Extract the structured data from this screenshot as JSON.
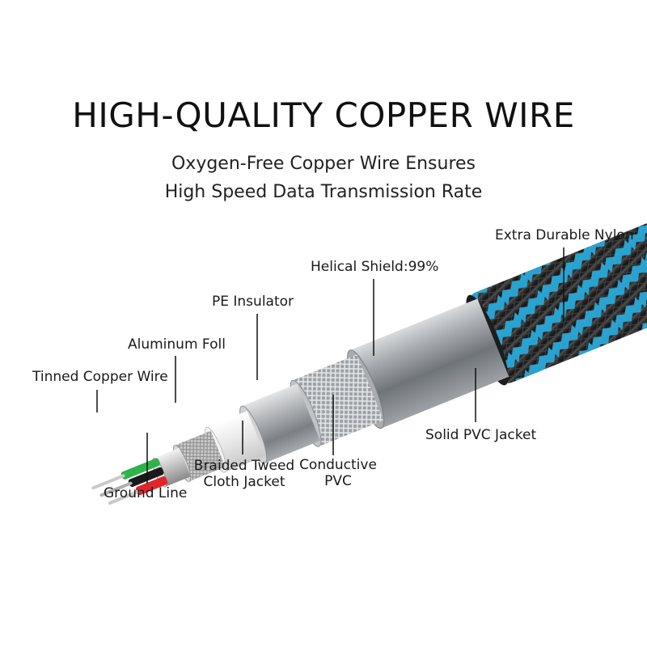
{
  "title": "HIGH-QUALITY COPPER WIRE",
  "subtitle_line1": "Oxygen-Free Copper Wire Ensures",
  "subtitle_line2": "High Speed Data Transmission Rate",
  "labels": {
    "extra_durable_nylon": "Extra Durable Nylon",
    "helical_shield": "Helical Shield:99%",
    "pe_insulator": "PE Insulator",
    "aluminum_foil": "Aluminum Foll",
    "tinned_copper_wire": "Tinned Copper Wire",
    "solid_pvc_jacket": "Solid PVC Jacket",
    "conductive_pvc_line1": "Conductive",
    "conductive_pvc_line2": "PVC",
    "braided_tweed_line1": "Braided Tweed",
    "braided_tweed_line2": "Cloth Jacket",
    "ground_line": "Ground Line"
  },
  "colors": {
    "nylon_blue": "#2aa8d8",
    "nylon_dark": "#1c1c1c",
    "pvc_gray": "#8f9499",
    "shield_silver": "#b9bcbf",
    "wire_green": "#2db34a",
    "wire_red": "#e0262b",
    "wire_black": "#1a1a1a"
  }
}
